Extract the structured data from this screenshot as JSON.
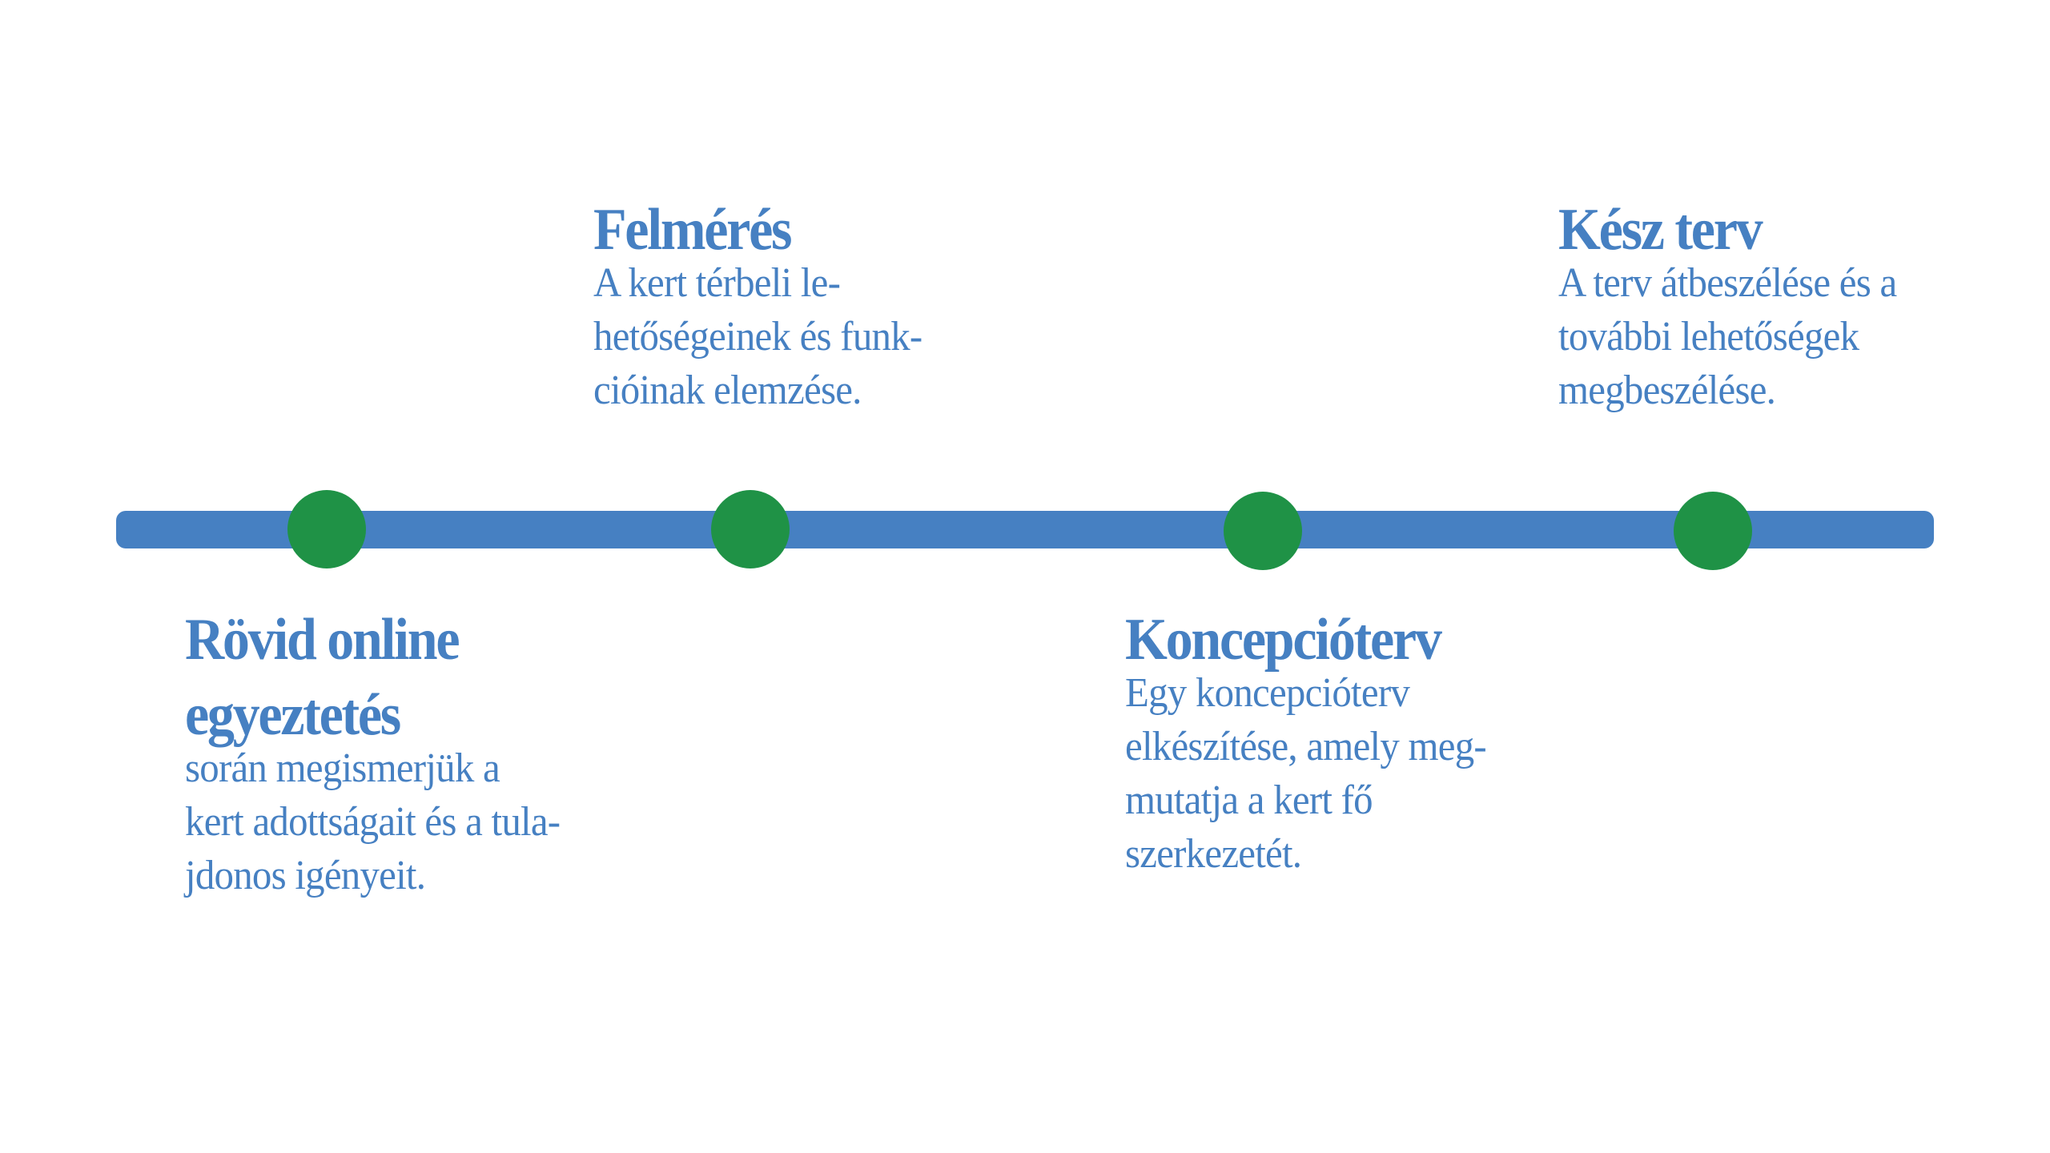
{
  "colors": {
    "primary_blue": "#4680C2",
    "dot_green": "#1F9246",
    "background": "#FFFFFF"
  },
  "timeline": {
    "milestone_count": 4
  },
  "steps": [
    {
      "order": 1,
      "position": "below",
      "title_lines": [
        "Rövid online",
        "egyeztetés"
      ],
      "body_lines": [
        "során megismerjük a",
        "kert adottságait és a tula-",
        "jdonos igényeit."
      ]
    },
    {
      "order": 2,
      "position": "above",
      "title_lines": [
        "Felmérés"
      ],
      "body_lines": [
        "A kert térbeli le-",
        "hetőségeinek és funk-",
        "cióinak elemzése."
      ]
    },
    {
      "order": 3,
      "position": "below",
      "title_lines": [
        "Koncepcióterv"
      ],
      "body_lines": [
        "Egy koncepcióterv",
        "elkészítése, amely meg-",
        "mutatja a kert fő",
        "szerkezetét."
      ]
    },
    {
      "order": 4,
      "position": "above",
      "title_lines": [
        "Kész terv"
      ],
      "body_lines": [
        "A terv átbeszélése és a",
        "további lehetőségek",
        "megbeszélése."
      ]
    }
  ]
}
